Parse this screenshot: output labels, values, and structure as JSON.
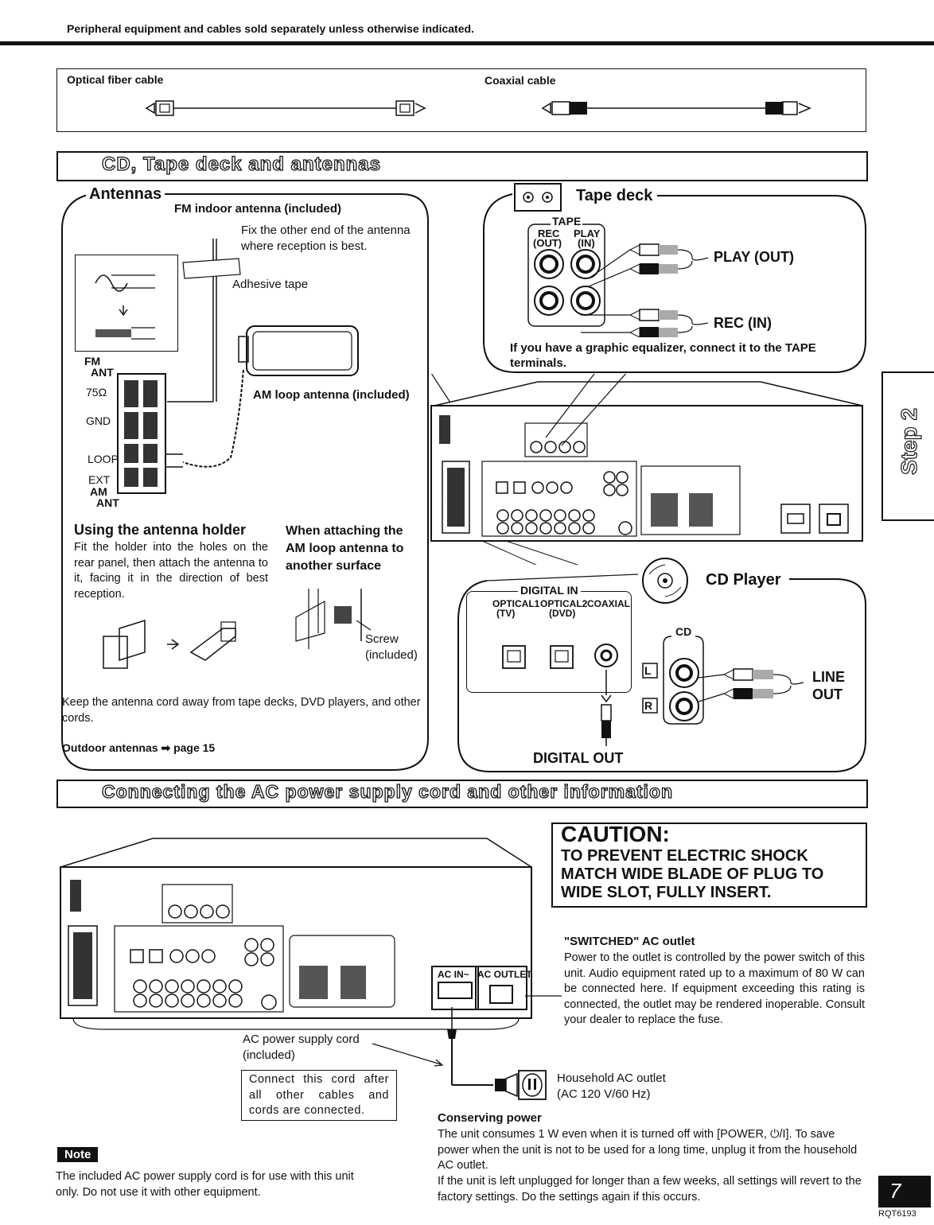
{
  "header": {
    "notice": "Peripheral equipment and cables sold separately unless otherwise indicated."
  },
  "cables": {
    "optical": "Optical fiber cable",
    "coaxial": "Coaxial cable"
  },
  "section1": {
    "title": "CD, Tape deck and antennas"
  },
  "antennas": {
    "title": "Antennas",
    "fm_title": "FM indoor antenna (included)",
    "fix_text": "Fix the other end of the antenna where reception is best.",
    "adhesive": "Adhesive tape",
    "am_loop": "AM loop antenna (included)",
    "terminals": {
      "fm": "FM",
      "ant": "ANT",
      "ohm": "75Ω",
      "gnd": "GND",
      "loop": "LOOP",
      "ext": "EXT",
      "am": "AM",
      "ant2": "ANT"
    },
    "holder_title": "Using the antenna holder",
    "holder_text": "Fit the holder into the holes on the rear panel, then attach the antenna to it, facing it in the direction of best reception.",
    "attach_title": "When attaching the AM loop antenna to another surface",
    "screw": "Screw",
    "screw_inc": "(included)",
    "keep_text": "Keep the antenna cord away from tape decks, DVD players, and other cords.",
    "outdoor": "Outdoor antennas ➡ page 15"
  },
  "tape": {
    "title": "Tape deck",
    "tape_label": "TAPE",
    "rec": "REC",
    "rec_out": "(OUT)",
    "play": "PLAY",
    "play_in": "(IN)",
    "play_out": "PLAY (OUT)",
    "rec_in": "REC (IN)",
    "note": "If you have a graphic equalizer, connect it to the TAPE terminals."
  },
  "cd": {
    "title": "CD Player",
    "digital_in": "DIGITAL IN",
    "optical1": "OPTICAL1",
    "optical2": "OPTICAL2",
    "coaxial": "COAXIAL",
    "tv": "(TV)",
    "dvd": "(DVD)",
    "cd_label": "CD",
    "l": "L",
    "r": "R",
    "line": "LINE",
    "out": "OUT",
    "digital_out": "DIGITAL OUT"
  },
  "section2": {
    "title": "Connecting the AC power supply cord and other information"
  },
  "caution": {
    "title": "CAUTION:",
    "line1": "TO PREVENT ELECTRIC SHOCK",
    "line2": "MATCH WIDE BLADE OF PLUG TO",
    "line3": "WIDE SLOT, FULLY INSERT."
  },
  "switched": {
    "title": "\"SWITCHED\" AC outlet",
    "text": "Power to the outlet is controlled by the power switch of this unit. Audio equipment rated up to a maximum of 80 W can be connected here. If equipment exceeding this rating is connected, the outlet may be rendered inoperable. Consult your dealer to replace the fuse."
  },
  "ac": {
    "ac_in": "AC IN~",
    "ac_outlet": "AC OUTLET",
    "cord": "AC power supply cord",
    "cord_inc": "(included)",
    "connect_note": "Connect this cord after all other cables and cords are connected.",
    "household": "Household AC outlet",
    "household_spec": "(AC 120 V/60 Hz)"
  },
  "conserving": {
    "title": "Conserving power",
    "text1": "The unit consumes 1 W even when it is turned off with [POWER, ⏻/I]. To save power when the unit is not to be used for a long time, unplug it from the household AC outlet.",
    "text2": "If the unit is left unplugged for longer than a few weeks, all settings will revert to the factory settings. Do the settings again if this occurs."
  },
  "note": {
    "label": "Note",
    "text": "The included AC power supply cord is for use with this unit only. Do not use it with other equipment."
  },
  "side_tab": "Step 2",
  "page_number": "7",
  "doc_code": "RQT6193"
}
